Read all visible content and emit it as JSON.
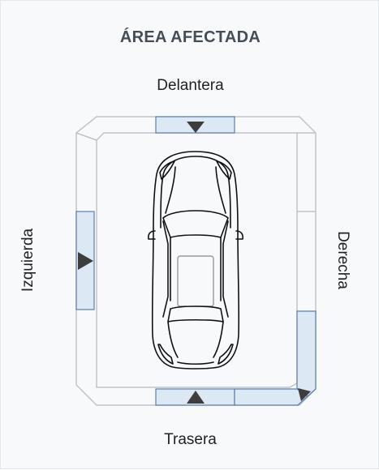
{
  "panel": {
    "title": "ÁREA AFECTADA"
  },
  "sides": {
    "front": "Delantera",
    "rear": "Trasera",
    "left": "Izquierda",
    "right": "Derecha"
  },
  "colors": {
    "zone_selected_fill": "#dce8f3",
    "zone_selected_stroke": "#5b7fa8",
    "frame_stroke": "#bfc4c9",
    "arrow": "#3d3d3d"
  },
  "selected_zones": [
    "front-center",
    "left-center",
    "right-rear",
    "rear-center",
    "rear-right"
  ]
}
